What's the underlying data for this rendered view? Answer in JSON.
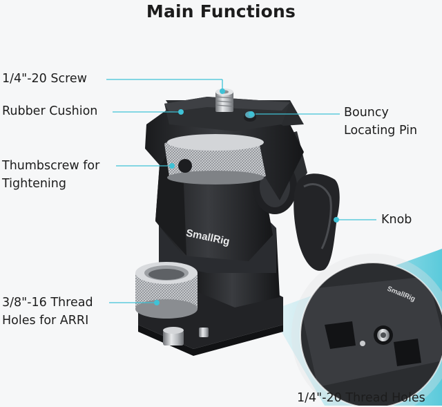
{
  "title": "Main Functions",
  "brand": "SmallRig",
  "accent_color": "#3fc2d6",
  "labels": {
    "screw": "1/4\"-20 Screw",
    "cushion": "Rubber Cushion",
    "locating_pin_line1": "Bouncy",
    "locating_pin_line2": "Locating Pin",
    "thumbscrew_line1": "Thumbscrew for",
    "thumbscrew_line2": "Tightening",
    "knob": "Knob",
    "thread_holes_line1": "3/8\"-16 Thread",
    "thread_holes_line2": "Holes for ARRI",
    "bottom_holes": "1/4\"-20 Thread Holes"
  }
}
